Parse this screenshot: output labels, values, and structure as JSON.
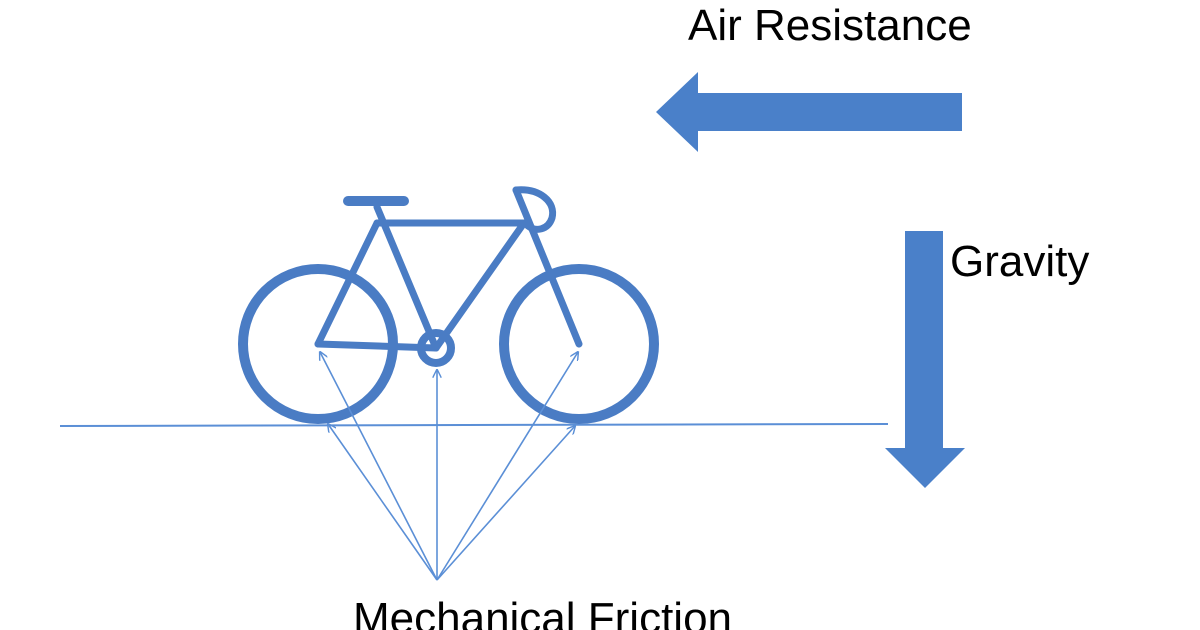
{
  "labels": {
    "air_resistance": "Air Resistance",
    "gravity": "Gravity",
    "mechanical_friction": "Mechanical Friction"
  },
  "colors": {
    "bike": "#4a7cc4",
    "arrow_fill": "#4a80c9",
    "thin_line": "#5b8fd6",
    "text": "#000000"
  },
  "icons": {
    "bicycle": "bicycle-icon"
  }
}
